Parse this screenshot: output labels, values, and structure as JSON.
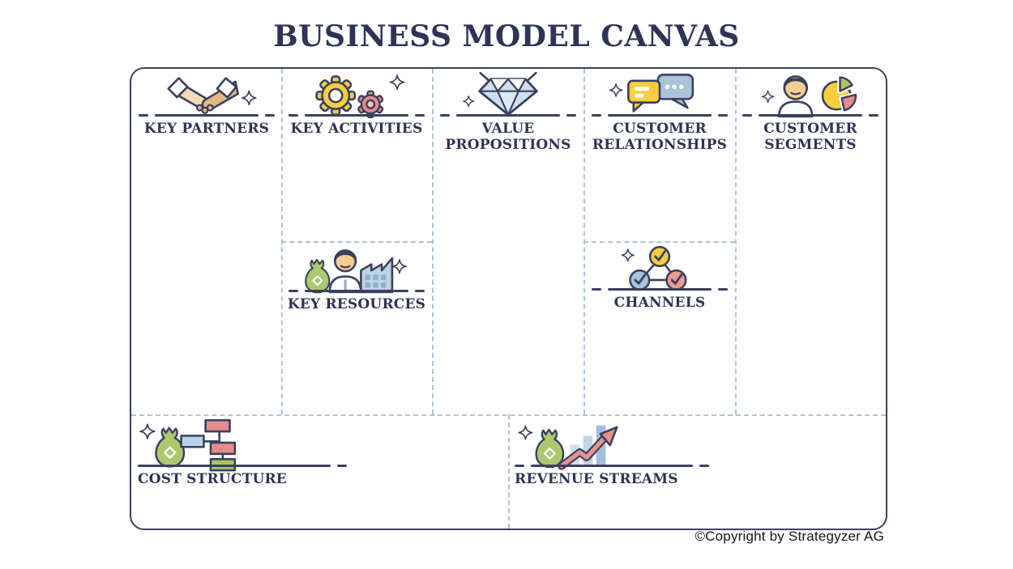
{
  "title": "BUSINESS MODEL CANVAS",
  "footer": {
    "copyright": "©Copyright by Strategyzer AG"
  },
  "colors": {
    "outline_navy": "#3a4060",
    "text_navy": "#2e3456",
    "divider_blue": "#a8c5dd",
    "yellow": "#f8cd3e",
    "salmon": "#e48c8c",
    "green": "#abc96e",
    "light_blue": "#bcd2e5",
    "mid_blue": "#8fafcd",
    "tan": "#e2b87e",
    "light_tan": "#f4ddb4"
  },
  "sections": {
    "key_partners": {
      "label": "KEY PARTNERS",
      "icon": "handshake-icon"
    },
    "key_activities": {
      "label": "KEY ACTIVITIES",
      "icon": "gears-icon"
    },
    "value_propositions": {
      "label": "VALUE PROPOSITIONS",
      "icon": "diamond-icon"
    },
    "customer_relationships": {
      "label": "CUSTOMER RELATIONSHIPS",
      "icon": "chat-bubbles-icon"
    },
    "customer_segments": {
      "label": "CUSTOMER SEGMENTS",
      "icon": "person-pie-chart-icon"
    },
    "key_resources": {
      "label": "KEY RESOURCES",
      "icon": "moneybag-person-factory-icon"
    },
    "channels": {
      "label": "CHANNELS",
      "icon": "linked-checkmarks-icon"
    },
    "cost_structure": {
      "label": "COST STRUCTURE",
      "icon": "moneybag-flowchart-icon"
    },
    "revenue_streams": {
      "label": "REVENUE STREAMS",
      "icon": "moneybag-growth-arrow-icon"
    }
  }
}
